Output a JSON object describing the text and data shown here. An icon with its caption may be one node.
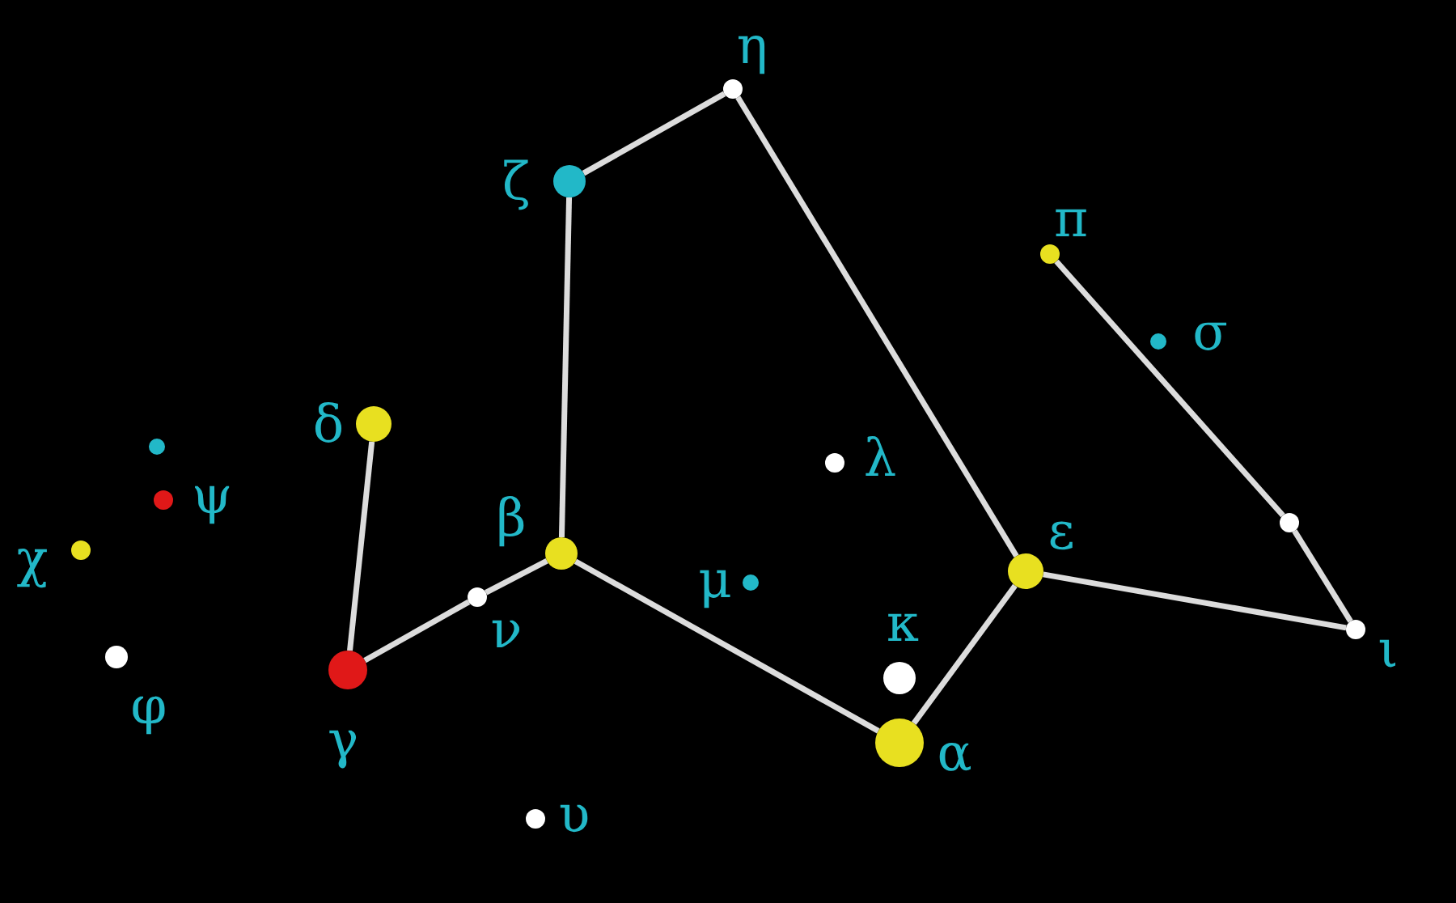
{
  "diagram": {
    "nodes": [
      {
        "text": [],
        "shape": "circle",
        "beside": [
          "η"
        ]
      },
      {
        "text": [],
        "shape": "circle",
        "beside": [
          "ζ"
        ]
      },
      {
        "text": [],
        "shape": "circle",
        "beside": [
          "π"
        ]
      },
      {
        "text": [],
        "shape": "circle",
        "beside": [
          "σ"
        ]
      },
      {
        "text": [],
        "shape": "circle",
        "beside": [
          "δ"
        ]
      },
      {
        "text": [],
        "shape": "circle"
      },
      {
        "text": [],
        "shape": "circle",
        "beside": [
          "λ"
        ]
      },
      {
        "text": [],
        "shape": "circle",
        "beside": [
          "ψ"
        ]
      },
      {
        "text": [],
        "shape": "circle"
      },
      {
        "text": [],
        "shape": "circle",
        "beside": [
          "χ"
        ]
      },
      {
        "text": [],
        "shape": "circle",
        "beside": [
          "β"
        ]
      },
      {
        "text": [],
        "shape": "circle",
        "beside": [
          "ε"
        ]
      },
      {
        "text": [],
        "shape": "circle",
        "beside": [
          "μ"
        ]
      },
      {
        "text": [],
        "shape": "circle",
        "beside": [
          "ν"
        ]
      },
      {
        "text": [],
        "shape": "circle",
        "beside": [
          "ι"
        ]
      },
      {
        "text": [],
        "shape": "circle",
        "beside": [
          "φ"
        ]
      },
      {
        "text": [],
        "shape": "circle",
        "beside": [
          "γ"
        ]
      },
      {
        "text": [],
        "shape": "circle",
        "beside": [
          "κ"
        ]
      },
      {
        "text": [],
        "shape": "circle",
        "beside": [
          "α"
        ]
      },
      {
        "text": [],
        "shape": "circle",
        "beside": [
          "υ"
        ]
      }
    ],
    "edges": [
      {
        "from": 0,
        "to": 1,
        "arrow": "none"
      },
      {
        "from": 1,
        "to": 10,
        "arrow": "none"
      },
      {
        "from": 0,
        "to": 11,
        "arrow": "none"
      },
      {
        "from": 10,
        "to": 13,
        "arrow": "none"
      },
      {
        "from": 13,
        "to": 16,
        "arrow": "none"
      },
      {
        "from": 16,
        "to": 4,
        "arrow": "none"
      },
      {
        "from": 10,
        "to": 18,
        "arrow": "none"
      },
      {
        "from": 18,
        "to": 11,
        "arrow": "none"
      },
      {
        "from": 11,
        "to": 14,
        "arrow": "none"
      },
      {
        "from": 14,
        "to": 8,
        "arrow": "none"
      },
      {
        "from": 8,
        "to": 2,
        "arrow": "none"
      }
    ]
  }
}
